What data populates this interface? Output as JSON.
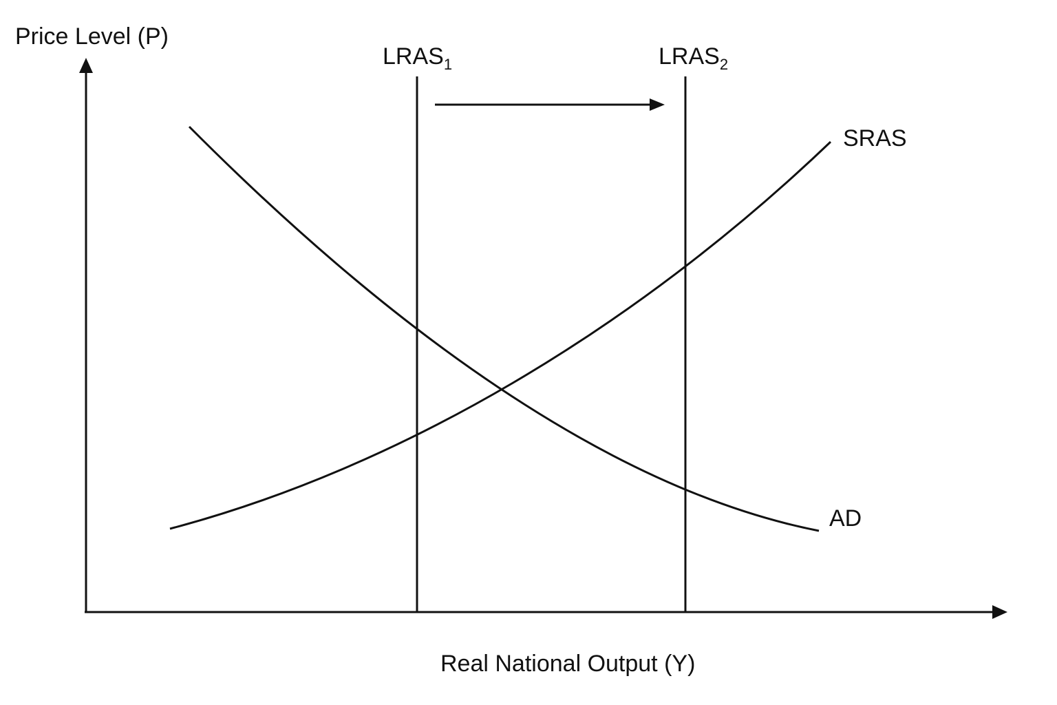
{
  "diagram": {
    "y_axis_label": "Price Level (P)",
    "x_axis_label": "Real National Output (Y)",
    "lras1": {
      "base": "LRAS",
      "sub": "1"
    },
    "lras2": {
      "base": "LRAS",
      "sub": "2"
    },
    "sras_label": "SRAS",
    "ad_label": "AD",
    "line_color": "#111111",
    "background_color": "#ffffff"
  }
}
